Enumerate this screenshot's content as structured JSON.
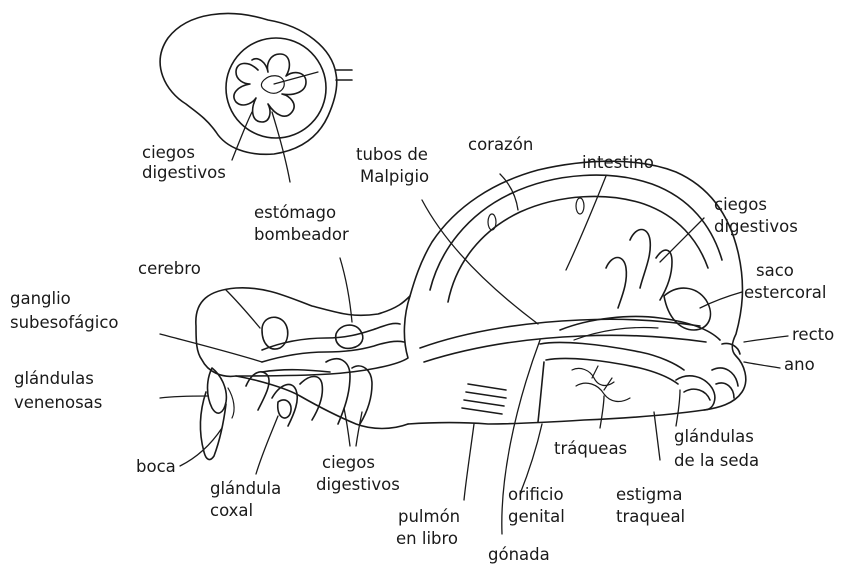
{
  "labels": {
    "ciegos_digestivos_top": [
      "ciegos",
      "digestivos"
    ],
    "estomago_bombeador": [
      "estómago",
      "bombeador"
    ],
    "tubos_de_malpigio": [
      "tubos de",
      "Malpigio"
    ],
    "corazon": [
      "corazón"
    ],
    "intestino": [
      "intestino"
    ],
    "ciegos_digestivos_right": [
      "ciegos",
      "digestivos"
    ],
    "saco_estercoral": [
      "saco",
      "estercoral"
    ],
    "cerebro": [
      "cerebro"
    ],
    "ganglio_subesofagico": [
      "ganglio",
      "subesofágico"
    ],
    "recto": [
      "recto"
    ],
    "ano": [
      "ano"
    ],
    "glandulas_venenosas": [
      "glándulas",
      "venenosas"
    ],
    "boca": [
      "boca"
    ],
    "glandula_coxal": [
      "glándula",
      "coxal"
    ],
    "ciegos_digestivos_bottom": [
      "ciegos",
      "digestivos"
    ],
    "pulmon_en_libro": [
      "pulmón",
      "en libro"
    ],
    "orificio_genital": [
      "orificio",
      "genital"
    ],
    "gonada": [
      "gónada"
    ],
    "traqueas": [
      "tráqueas"
    ],
    "estigma_traqueal": [
      "estigma",
      "traqueal"
    ],
    "glandulas_de_la_seda": [
      "glándulas",
      "de la seda"
    ]
  },
  "colors": {
    "ink": "#1a1a1a",
    "background": "#ffffff"
  }
}
